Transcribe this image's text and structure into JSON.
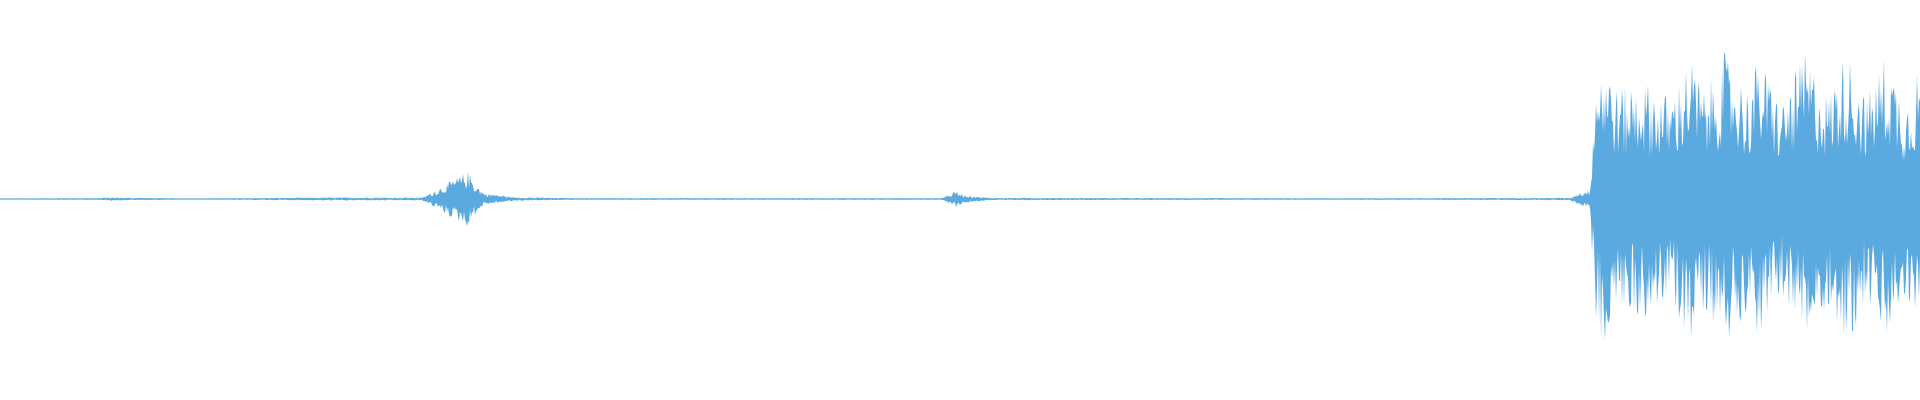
{
  "waveform": {
    "color": "#5aa9df",
    "background": "#ffffff",
    "amplitude_profile": [
      {
        "t": 0.0,
        "a": 0.004
      },
      {
        "t": 0.05,
        "a": 0.006
      },
      {
        "t": 0.056,
        "a": 0.01
      },
      {
        "t": 0.074,
        "a": 0.008
      },
      {
        "t": 0.1,
        "a": 0.004
      },
      {
        "t": 0.168,
        "a": 0.01
      },
      {
        "t": 0.22,
        "a": 0.01
      },
      {
        "t": 0.244,
        "a": 0.18
      },
      {
        "t": 0.247,
        "a": 0.11
      },
      {
        "t": 0.252,
        "a": 0.04
      },
      {
        "t": 0.268,
        "a": 0.012
      },
      {
        "t": 0.3,
        "a": 0.006
      },
      {
        "t": 0.49,
        "a": 0.006
      },
      {
        "t": 0.498,
        "a": 0.05
      },
      {
        "t": 0.503,
        "a": 0.025
      },
      {
        "t": 0.515,
        "a": 0.008
      },
      {
        "t": 0.7,
        "a": 0.005
      },
      {
        "t": 0.818,
        "a": 0.008
      },
      {
        "t": 0.822,
        "a": 0.04
      },
      {
        "t": 0.828,
        "a": 0.06
      },
      {
        "t": 0.831,
        "a": 0.8
      },
      {
        "t": 0.835,
        "a": 0.93
      },
      {
        "t": 0.842,
        "a": 0.7
      },
      {
        "t": 0.855,
        "a": 0.76
      },
      {
        "t": 0.87,
        "a": 0.64
      },
      {
        "t": 0.88,
        "a": 0.91
      },
      {
        "t": 0.888,
        "a": 0.68
      },
      {
        "t": 0.898,
        "a": 0.92
      },
      {
        "t": 0.91,
        "a": 0.7
      },
      {
        "t": 0.916,
        "a": 0.89
      },
      {
        "t": 0.928,
        "a": 0.6
      },
      {
        "t": 0.94,
        "a": 0.93
      },
      {
        "t": 0.952,
        "a": 0.66
      },
      {
        "t": 0.962,
        "a": 0.95
      },
      {
        "t": 0.972,
        "a": 0.64
      },
      {
        "t": 0.982,
        "a": 0.92
      },
      {
        "t": 0.993,
        "a": 0.62
      },
      {
        "t": 1.0,
        "a": 0.9
      }
    ]
  }
}
